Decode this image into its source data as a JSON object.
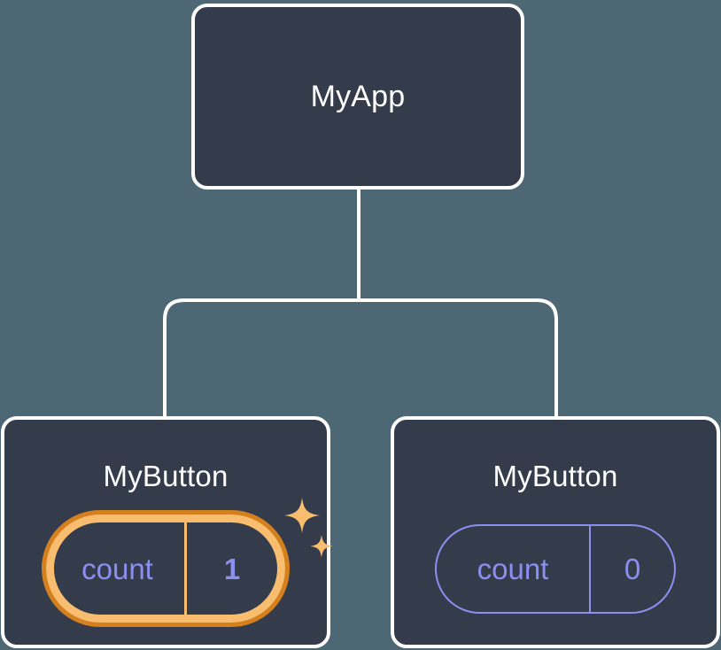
{
  "diagram": {
    "type": "component-tree",
    "background_color": "#4d6874",
    "node_fill_color": "#343c4b",
    "node_border_color": "#ffffff",
    "connector_color": "#ffffff",
    "accent_color": "#f8bd6e",
    "accent_dark_color": "#d4801f",
    "state_text_color": "#8b8ff0"
  },
  "root": {
    "title": "MyApp"
  },
  "children": [
    {
      "title": "MyButton",
      "state": {
        "key": "count",
        "value": "1"
      },
      "highlighted": true,
      "sparkle_large": "sparkle-icon",
      "sparkle_small": "sparkle-icon"
    },
    {
      "title": "MyButton",
      "state": {
        "key": "count",
        "value": "0"
      },
      "highlighted": false
    }
  ]
}
